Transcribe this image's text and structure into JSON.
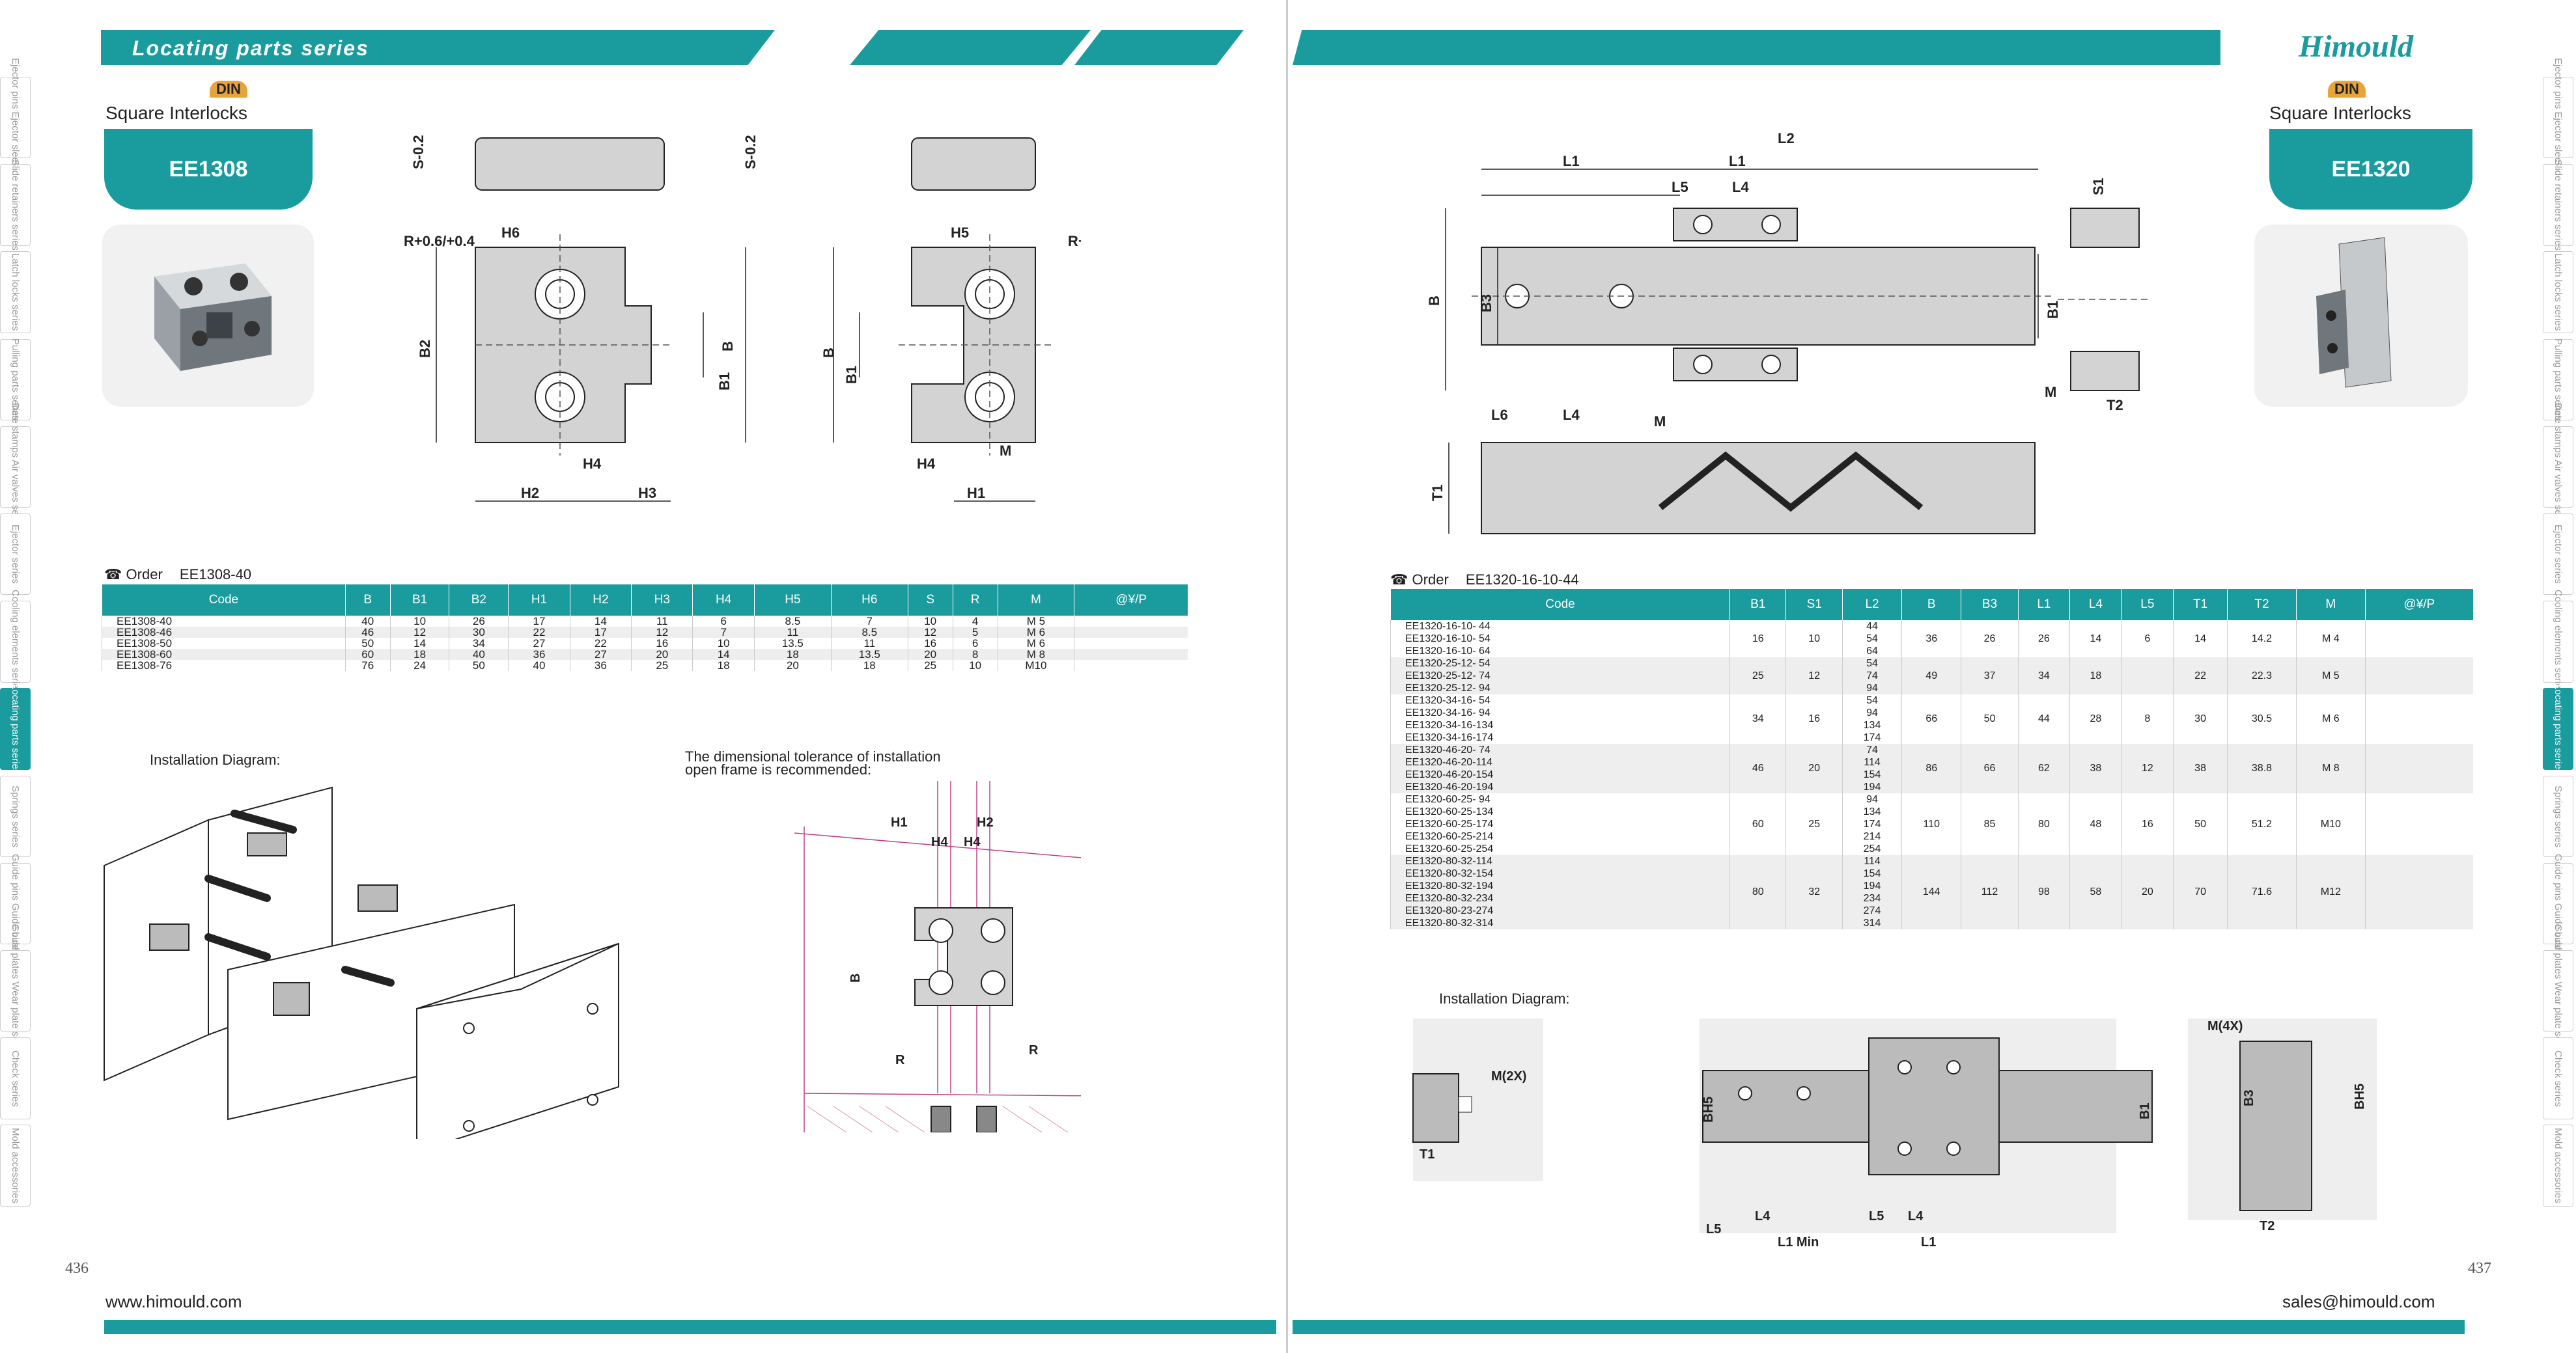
{
  "left_page": {
    "banner_title": "Locating parts series",
    "din_badge": "DIN",
    "product_title": "Square Interlocks",
    "part_code": "EE1308",
    "order_label": "Order",
    "order_example": "EE1308-40",
    "table_headers": [
      "Code",
      "B",
      "B1",
      "B2",
      "H1",
      "H2",
      "H3",
      "H4",
      "H5",
      "H6",
      "S",
      "R",
      "M",
      "@¥/P"
    ],
    "table_rows": [
      [
        "EE1308-40",
        "40",
        "10",
        "26",
        "17",
        "14",
        "11",
        "6",
        "8.5",
        "7",
        "10",
        "4",
        "M 5",
        ""
      ],
      [
        "EE1308-46",
        "46",
        "12",
        "30",
        "22",
        "17",
        "12",
        "7",
        "11",
        "8.5",
        "12",
        "5",
        "M 6",
        ""
      ],
      [
        "EE1308-50",
        "50",
        "14",
        "34",
        "27",
        "22",
        "16",
        "10",
        "13.5",
        "11",
        "16",
        "6",
        "M 6",
        ""
      ],
      [
        "EE1308-60",
        "60",
        "18",
        "40",
        "36",
        "27",
        "20",
        "14",
        "18",
        "13.5",
        "20",
        "8",
        "M 8",
        ""
      ],
      [
        "EE1308-76",
        "76",
        "24",
        "50",
        "40",
        "36",
        "25",
        "18",
        "20",
        "18",
        "25",
        "10",
        "M10",
        ""
      ]
    ],
    "installation_label": "Installation Diagram:",
    "tolerance_note_1": "The dimensional tolerance of installation",
    "tolerance_note_2": "open frame is recommended:",
    "page_number": "436",
    "website": "www.himould.com",
    "side_tabs": [
      "Ejector pins Ejector sleeves",
      "Slide retainers series",
      "Latch locks series",
      "Pulling parts series",
      "Date stamps Air valves series",
      "Ejector series",
      "Cooling elements series",
      "Locating parts series",
      "Springs series",
      "Guide pins Guide bush",
      "Guide plates Wear plate series",
      "Check series",
      "Mold accessories"
    ],
    "active_tab": 7
  },
  "right_page": {
    "brand": "Himould",
    "din_badge": "DIN",
    "product_title": "Square Interlocks",
    "part_code": "EE1320",
    "order_label": "Order",
    "order_example": "EE1320-16-10-44",
    "table_headers": [
      "Code",
      "B1",
      "S1",
      "L2",
      "B",
      "B3",
      "L1",
      "L4",
      "L5",
      "T1",
      "T2",
      "M",
      "@¥/P"
    ],
    "groups": [
      {
        "codes": [
          "EE1320-16-10- 44",
          "EE1320-16-10- 54",
          "EE1320-16-10- 64"
        ],
        "L2": [
          "44",
          "54",
          "64"
        ],
        "B1": "16",
        "S1": "10",
        "B": "36",
        "B3": "26",
        "L1": "26",
        "L4": "14",
        "L5": "6",
        "T1": "14",
        "T2": "14.2",
        "M": "M 4"
      },
      {
        "codes": [
          "EE1320-25-12- 54",
          "EE1320-25-12- 74",
          "EE1320-25-12- 94"
        ],
        "L2": [
          "54",
          "74",
          "94"
        ],
        "B1": "25",
        "S1": "12",
        "B": "49",
        "B3": "37",
        "L1": "34",
        "L4": "18",
        "L5": "",
        "T1": "22",
        "T2": "22.3",
        "M": "M 5"
      },
      {
        "codes": [
          "EE1320-34-16- 54",
          "EE1320-34-16- 94",
          "EE1320-34-16-134",
          "EE1320-34-16-174"
        ],
        "L2": [
          "54",
          "94",
          "134",
          "174"
        ],
        "B1": "34",
        "S1": "16",
        "B": "66",
        "B3": "50",
        "L1": "44",
        "L4": "28",
        "L5": "8",
        "T1": "30",
        "T2": "30.5",
        "M": "M 6"
      },
      {
        "codes": [
          "EE1320-46-20- 74",
          "EE1320-46-20-114",
          "EE1320-46-20-154",
          "EE1320-46-20-194"
        ],
        "L2": [
          "74",
          "114",
          "154",
          "194"
        ],
        "B1": "46",
        "S1": "20",
        "B": "86",
        "B3": "66",
        "L1": "62",
        "L4": "38",
        "L5": "12",
        "T1": "38",
        "T2": "38.8",
        "M": "M 8"
      },
      {
        "codes": [
          "EE1320-60-25- 94",
          "EE1320-60-25-134",
          "EE1320-60-25-174",
          "EE1320-60-25-214",
          "EE1320-60-25-254"
        ],
        "L2": [
          "94",
          "134",
          "174",
          "214",
          "254"
        ],
        "B1": "60",
        "S1": "25",
        "B": "110",
        "B3": "85",
        "L1": "80",
        "L4": "48",
        "L5": "16",
        "T1": "50",
        "T2": "51.2",
        "M": "M10"
      },
      {
        "codes": [
          "EE1320-80-32-114",
          "EE1320-80-32-154",
          "EE1320-80-32-194",
          "EE1320-80-32-234",
          "EE1320-80-23-274",
          "EE1320-80-32-314"
        ],
        "L2": [
          "114",
          "154",
          "194",
          "234",
          "274",
          "314"
        ],
        "B1": "80",
        "S1": "32",
        "B": "144",
        "B3": "112",
        "L1": "98",
        "L4": "58",
        "L5": "20",
        "T1": "70",
        "T2": "71.6",
        "M": "M12"
      }
    ],
    "installation_label": "Installation Diagram:",
    "page_number": "437",
    "email": "sales@himould.com",
    "side_tabs": [
      "Ejector pins Ejector sleeves",
      "Slide retainers series",
      "Latch locks series",
      "Pulling parts series",
      "Date stamps Air valves series",
      "Ejector series",
      "Cooling elements series",
      "Locating parts series",
      "Springs series",
      "Guide pins Guide bush",
      "Guide plates Wear plate series",
      "Check series",
      "Mold accessories"
    ],
    "active_tab": 7
  },
  "dimension_labels": {
    "ee1308": [
      "S-0.2",
      "R+0.6 +0.4",
      "H6",
      "H5",
      "B2",
      "B1",
      "B",
      "H4",
      "H2",
      "H3",
      "H1",
      "M"
    ],
    "ee1320": [
      "L2",
      "L1",
      "L1",
      "L5",
      "L4",
      "S1",
      "B",
      "B3",
      "B1",
      "L6",
      "L4",
      "M",
      "T1",
      "M",
      "T2",
      "M(2X)",
      "T1",
      "BH5",
      "B1",
      "L5",
      "L4",
      "L1 Min",
      "L5",
      "L4",
      "L1",
      "M(4X)",
      "B3",
      "BH5",
      "T2"
    ],
    "ee1320_text": {
      "L1min": "L1 Min",
      "M2X": "M(2X)",
      "M4X": "M(4X)"
    }
  },
  "colors": {
    "teal": "#1a9b9e",
    "orange": "#e8a33a",
    "magenta": "#c0408a"
  }
}
